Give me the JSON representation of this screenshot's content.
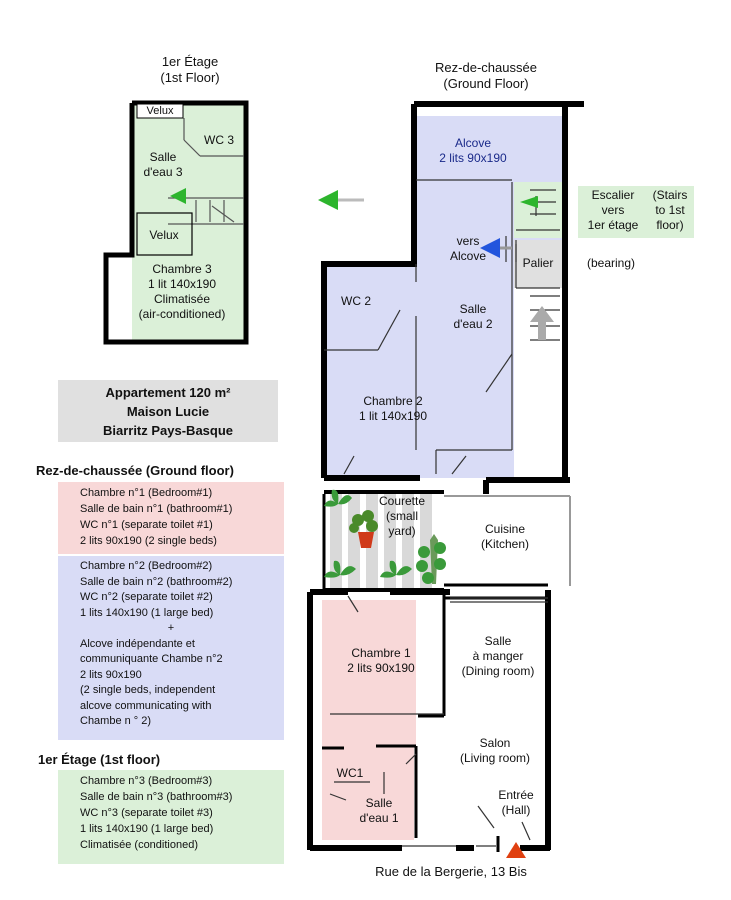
{
  "colors": {
    "pink": "#f8d8d8",
    "blue": "#d9dcf6",
    "green": "#dbf0d8",
    "grey": "#e0e0e0",
    "wall": "#000000",
    "arrow_green": "#2db52d",
    "arrow_blue": "#2255dd",
    "arrow_red": "#e04010"
  },
  "titles": {
    "first_floor": [
      "1er Étage",
      "(1st Floor)"
    ],
    "ground_floor": [
      "Rez-de-chaussée",
      "(Ground Floor)"
    ]
  },
  "first_floor_plan": {
    "velux_top": "Velux",
    "wc3": "WC 3",
    "salle3": [
      "Salle",
      "d'eau 3"
    ],
    "velux_mid": "Velux",
    "chambre3": [
      "Chambre 3",
      "1 lit 140x190",
      "Climatisée",
      "(air-conditioned)"
    ]
  },
  "ground_floor_plan": {
    "alcove": [
      "Alcove",
      "2 lits 90x190"
    ],
    "escalier": [
      "Escalier",
      "vers",
      "1er étage"
    ],
    "stairs_en": [
      "(Stairs",
      "to 1st",
      "floor)"
    ],
    "vers_alcove": [
      "vers",
      "Alcove"
    ],
    "palier": "Palier",
    "bearing": "(bearing)",
    "wc2": "WC 2",
    "salle2": [
      "Salle",
      "d'eau 2"
    ],
    "chambre2": [
      "Chambre 2",
      "1 lit 140x190"
    ],
    "courette": [
      "Courette",
      "(small",
      "yard)"
    ],
    "cuisine": [
      "Cuisine",
      "(Kitchen)"
    ],
    "chambre1": [
      "Chambre 1",
      "2 lits 90x190"
    ],
    "salle_manger": [
      "Salle",
      "à manger",
      "(Dining room)"
    ],
    "salon": [
      "Salon",
      "(Living room)"
    ],
    "wc1": "WC1",
    "salle1": [
      "Salle",
      "d'eau 1"
    ],
    "entree": [
      "Entrée",
      "(Hall)"
    ],
    "address": "Rue de la Bergerie, 13 Bis"
  },
  "info_box": [
    "Appartement 120 m²",
    "Maison Lucie",
    "Biarritz  Pays-Basque"
  ],
  "legend": {
    "ground_title": "Rez-de-chaussée (Ground floor)",
    "room1": [
      "Chambre n°1 (Bedroom#1)",
      "Salle de bain n°1 (bathroom#1)",
      "WC n°1 (separate toilet #1)",
      "2 lits 90x190 (2 single beds)"
    ],
    "room2": [
      "Chambre n°2 (Bedroom#2)",
      "Salle de bain n°2 (bathroom#2)",
      "WC n°2 (separate toilet #2)",
      "1 lits 140x190 (1 large bed)"
    ],
    "plus": "+",
    "room2_alcove": [
      "Alcove indépendante et",
      "communiquante Chambe n°2",
      "2 lits 90x190",
      "(2 single beds, independent",
      "alcove communicating with",
      "Chambe n ° 2)"
    ],
    "first_title": "1er Étage (1st floor)",
    "room3": [
      "Chambre n°3 (Bedroom#3)",
      "Salle de bain n°3 (bathroom#3)",
      "WC n°3 (separate toilet #3)",
      "1 lits 140x190 (1 large bed)",
      "Climatisée (conditioned)"
    ]
  }
}
